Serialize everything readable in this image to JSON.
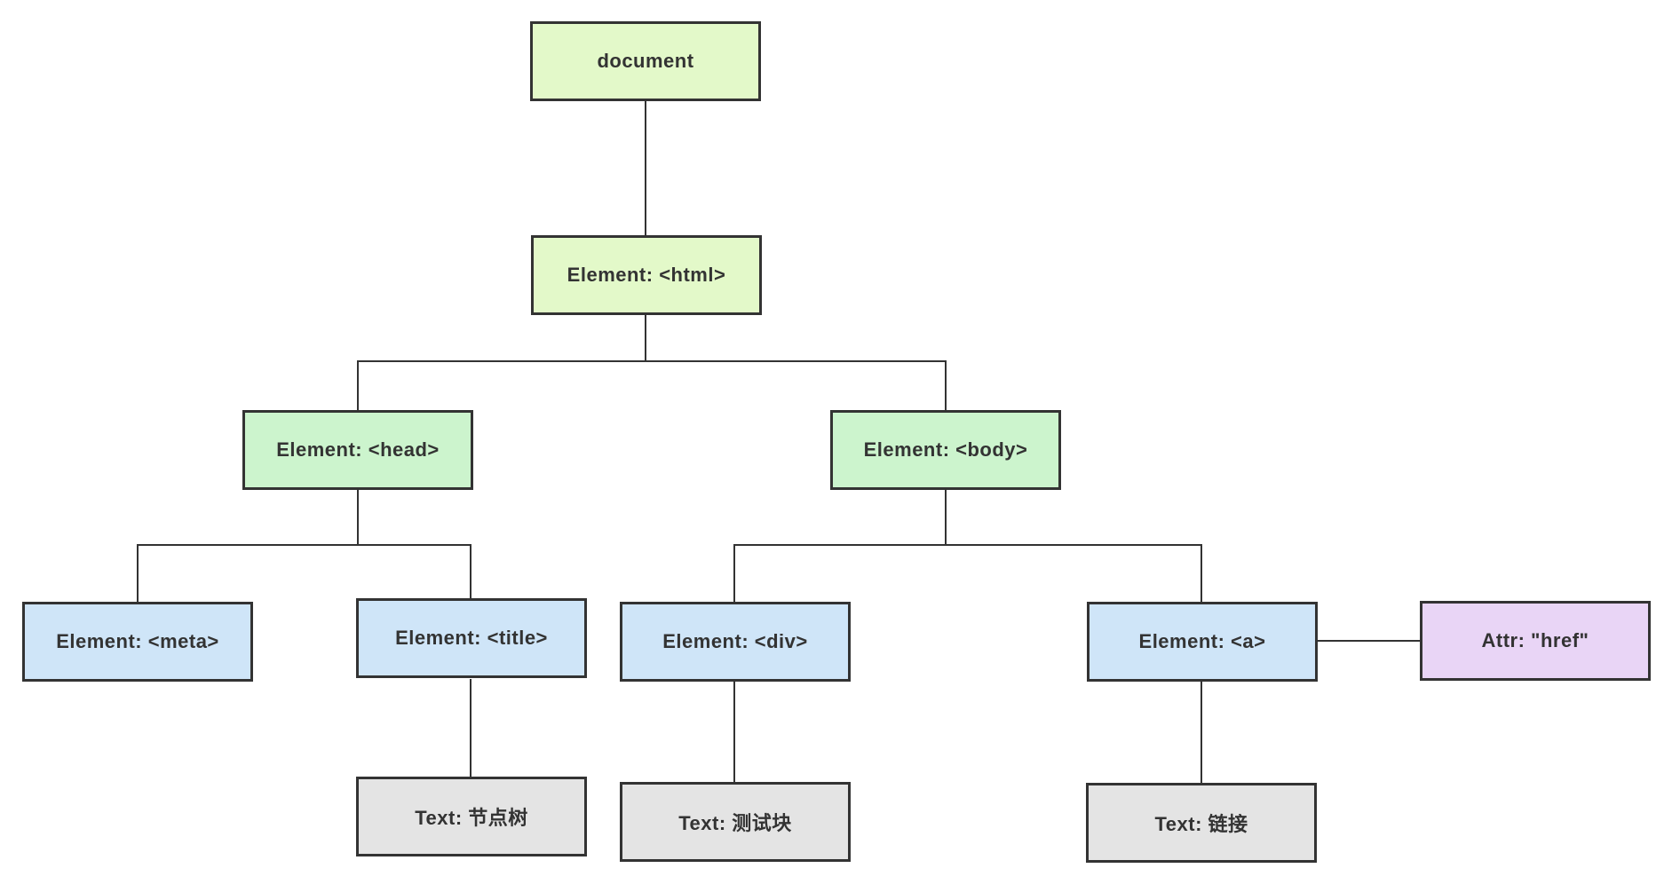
{
  "diagram": {
    "type": "tree",
    "description": "DOM node tree diagram",
    "colors": {
      "document_fill": "#e3f9c9",
      "element_level2_fill": "#ccf4cd",
      "element_level3_fill": "#cfe5f8",
      "attribute_fill": "#e9d5f6",
      "text_node_fill": "#e4e4e4",
      "border": "#333333",
      "line": "#333333",
      "label_text": "#333333",
      "background": "#ffffff"
    }
  },
  "nodes": {
    "document": {
      "label": "document",
      "kind": "document"
    },
    "html": {
      "label": "Element: <html>",
      "kind": "element"
    },
    "head": {
      "label": "Element: <head>",
      "kind": "element"
    },
    "body": {
      "label": "Element: <body>",
      "kind": "element"
    },
    "meta": {
      "label": "Element: <meta>",
      "kind": "element"
    },
    "title": {
      "label": "Element: <title>",
      "kind": "element"
    },
    "div": {
      "label": "Element: <div>",
      "kind": "element"
    },
    "a": {
      "label": "Element: <a>",
      "kind": "element"
    },
    "attr_href": {
      "label": "Attr: \"href\"",
      "kind": "attribute"
    },
    "text_title": {
      "label": "Text: 节点树",
      "kind": "text"
    },
    "text_div": {
      "label": "Text: 测试块",
      "kind": "text"
    },
    "text_a": {
      "label": "Text: 链接",
      "kind": "text"
    }
  },
  "edges": [
    {
      "from": "document",
      "to": "html"
    },
    {
      "from": "html",
      "to": "head"
    },
    {
      "from": "html",
      "to": "body"
    },
    {
      "from": "head",
      "to": "meta"
    },
    {
      "from": "head",
      "to": "title"
    },
    {
      "from": "body",
      "to": "div"
    },
    {
      "from": "body",
      "to": "a"
    },
    {
      "from": "a",
      "to": "attr_href",
      "orientation": "horizontal"
    },
    {
      "from": "title",
      "to": "text_title"
    },
    {
      "from": "div",
      "to": "text_div"
    },
    {
      "from": "a",
      "to": "text_a"
    }
  ]
}
